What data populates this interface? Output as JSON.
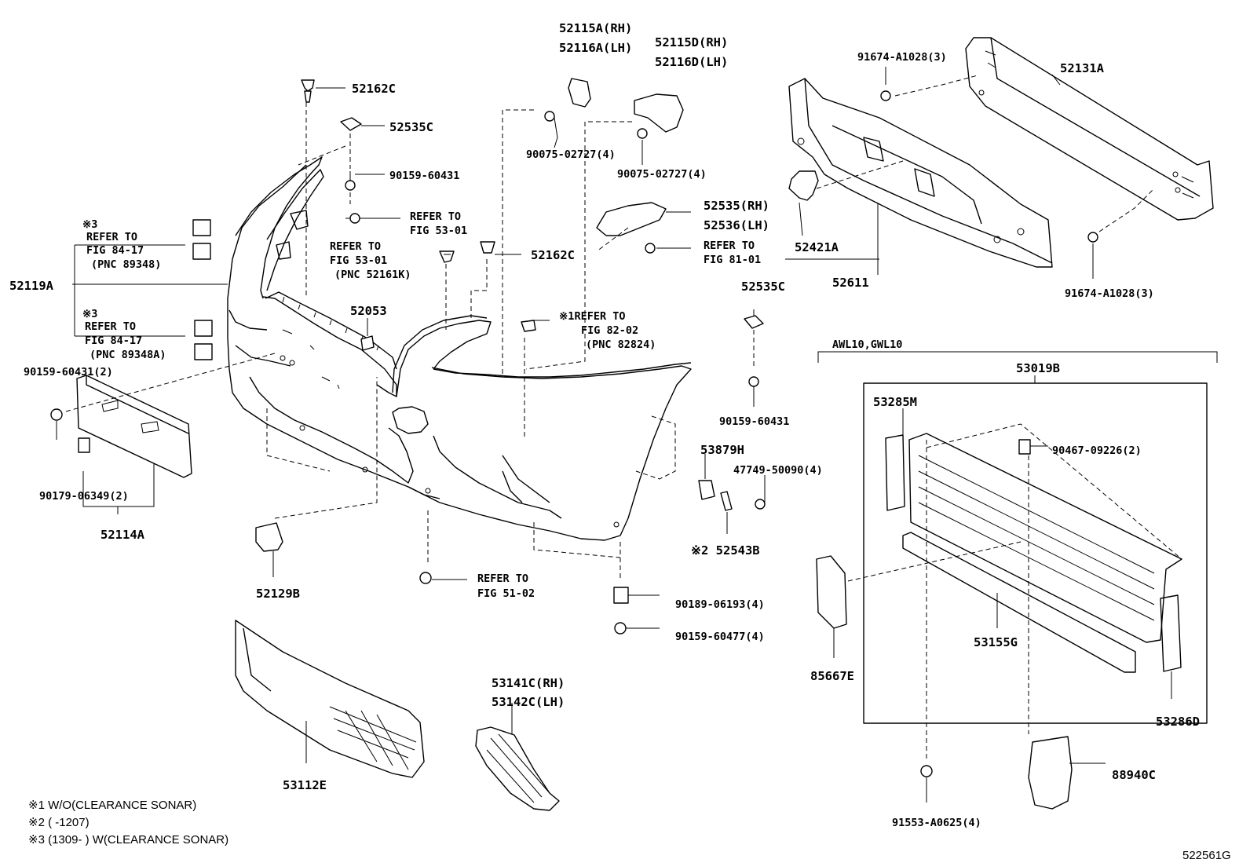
{
  "diagram_id": "522561G",
  "group_label": "AWL10,GWL10",
  "notes": [
    "※1 W/O(CLEARANCE SONAR)",
    "※2 (      -1207)",
    "※3 (1309-      ) W(CLEARANCE SONAR)"
  ],
  "labels": {
    "p52162C_top": "52162C",
    "p52535C_top": "52535C",
    "p90159_60431_top": "90159-60431",
    "p52115A": "52115A(RH)",
    "p52116A": "52116A(LH)",
    "p52115D": "52115D(RH)",
    "p52116D": "52116D(LH)",
    "p90075_a": "90075-02727(4)",
    "p90075_b": "90075-02727(4)",
    "p91674_top": "91674-A1028(3)",
    "p52131A": "52131A",
    "p52535": "52535(RH)",
    "p52536": "52536(LH)",
    "ref8101_a": "REFER TO",
    "ref8101_b": "FIG 81-01",
    "p52421A": "52421A",
    "p52611": "52611",
    "p91674_bot": "91674-A1028(3)",
    "ref5301_a_1": "REFER TO",
    "ref5301_a_2": "FIG 53-01",
    "ref5301_b_1": "REFER TO",
    "ref5301_b_2": "FIG 53-01",
    "ref5301_b_3": "(PNC 52161K)",
    "p52162C_mid": "52162C",
    "x3_a": "※3",
    "ref8417_a_1": "REFER TO",
    "ref8417_a_2": "FIG 84-17",
    "ref8417_a_3": "(PNC 89348)",
    "x3_b": "※3",
    "ref8417_b_1": "REFER TO",
    "ref8417_b_2": "FIG 84-17",
    "ref8417_b_3": "(PNC 89348A)",
    "p52119A": "52119A",
    "p52053": "52053",
    "ref8202_1": "※1REFER TO",
    "ref8202_2": "FIG 82-02",
    "ref8202_3": "(PNC 82824)",
    "p52535C_right": "52535C",
    "p90159_60431_2": "90159-60431(2)",
    "p90159_60431_right": "90159-60431",
    "p90179": "90179-06349(2)",
    "p52114A": "52114A",
    "p53879H": "53879H",
    "p47749": "47749-50090(4)",
    "p52543B": "※2 52543B",
    "p52129B": "52129B",
    "ref5102_1": "REFER TO",
    "ref5102_2": "FIG 51-02",
    "p90189": "90189-06193(4)",
    "p90159_60477": "90159-60477(4)",
    "p53019B": "53019B",
    "p53285M": "53285M",
    "p90467": "90467-09226(2)",
    "p85667E": "85667E",
    "p53155G": "53155G",
    "p53286D": "53286D",
    "p88940C": "88940C",
    "p91553": "91553-A0625(4)",
    "p53141C": "53141C(RH)",
    "p53142C": "53142C(LH)",
    "p53112E": "53112E"
  }
}
